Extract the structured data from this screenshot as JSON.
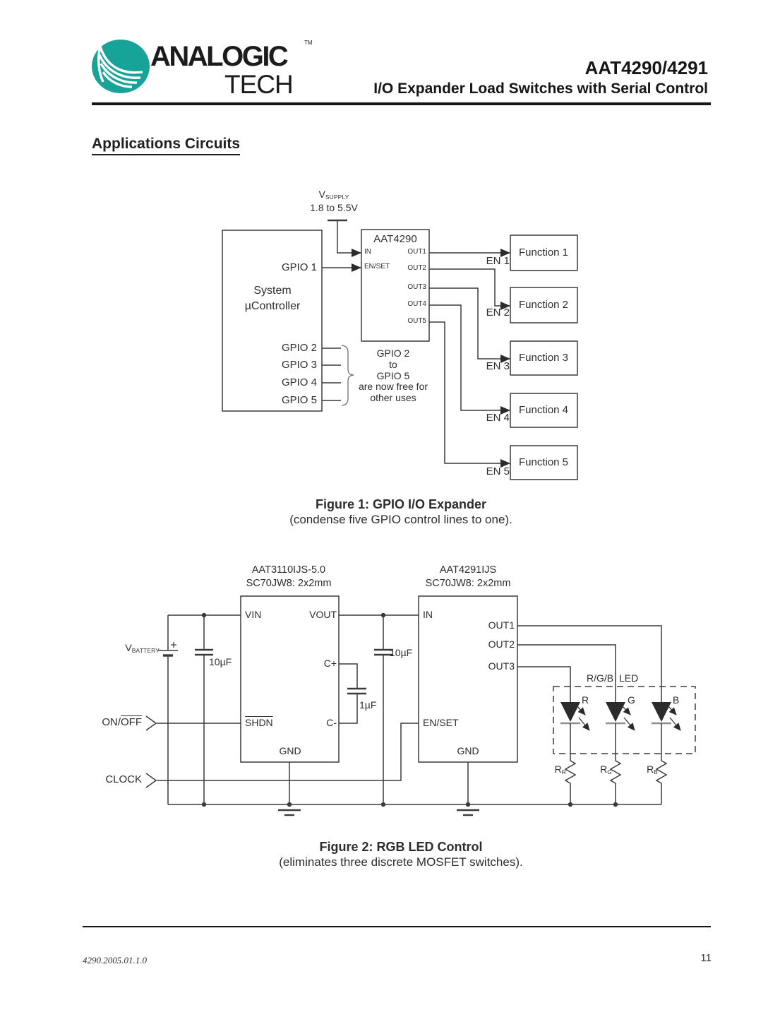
{
  "header": {
    "brand_line1": "ANALOGIC",
    "brand_line2": "TECH",
    "trademark": "TM",
    "part_number": "AAT4290/4291",
    "subtitle": "I/O Expander Load Switches with Serial Control",
    "logo_color": "#17a398"
  },
  "section_title": "Applications Circuits",
  "figure1": {
    "supply_label": {
      "main": "V",
      "sub": "SUPPLY"
    },
    "supply_range": "1.8 to 5.5V",
    "controller": {
      "line1": "System",
      "line2": "µController"
    },
    "gpio": [
      "GPIO 1",
      "GPIO 2",
      "GPIO 3",
      "GPIO 4",
      "GPIO 5"
    ],
    "chip": {
      "title": "AAT4290",
      "pin_in": "IN",
      "pin_enset": "EN/SET",
      "outputs": [
        "OUT1",
        "OUT2",
        "OUT3",
        "OUT4",
        "OUT5"
      ]
    },
    "note_lines": [
      "GPIO 2",
      "to",
      "GPIO 5",
      "are now free for",
      "other uses"
    ],
    "function_blocks": [
      "Function 1",
      "Function 2",
      "Function 3",
      "Function 4",
      "Function 5"
    ],
    "enable_labels": [
      "EN 1",
      "EN 2",
      "EN 3",
      "EN 4",
      "EN 5"
    ],
    "caption_title": "Figure 1: GPIO I/O Expander",
    "caption_subtitle": "(condense five GPIO control lines to one)."
  },
  "figure2": {
    "regulator": {
      "name": "AAT3110IJS-5.0",
      "package": "SC70JW8: 2x2mm",
      "pin_vin": "VIN",
      "pin_vout": "VOUT",
      "pin_cplus": "C+",
      "pin_shdn": "SHDN",
      "pin_cminus": "C-",
      "pin_gnd": "GND"
    },
    "switch": {
      "name": "AAT4291IJS",
      "package": "SC70JW8: 2x2mm",
      "pin_in": "IN",
      "pin_enset": "EN/SET",
      "pin_gnd": "GND",
      "outputs": [
        "OUT1",
        "OUT2",
        "OUT3"
      ]
    },
    "battery_label": {
      "main": "V",
      "sub": "BATTERY"
    },
    "cap_input": "10µF",
    "cap_output": "10µF",
    "cap_pump": "1µF",
    "signal_onoff": {
      "plain": "ON/",
      "overlined": "OFF"
    },
    "signal_clock": "CLOCK",
    "led_group_label": "R/G/B LED",
    "led_labels": [
      "R",
      "G",
      "B"
    ],
    "resistor_labels": [
      {
        "main": "R",
        "sub": "R"
      },
      {
        "main": "R",
        "sub": "G"
      },
      {
        "main": "R",
        "sub": "B"
      }
    ],
    "caption_title": "Figure 2: RGB LED Control",
    "caption_subtitle": "(eliminates three discrete MOSFET switches)."
  },
  "footer": {
    "document_id": "4290.2005.01.1.0",
    "page_number": "11"
  }
}
